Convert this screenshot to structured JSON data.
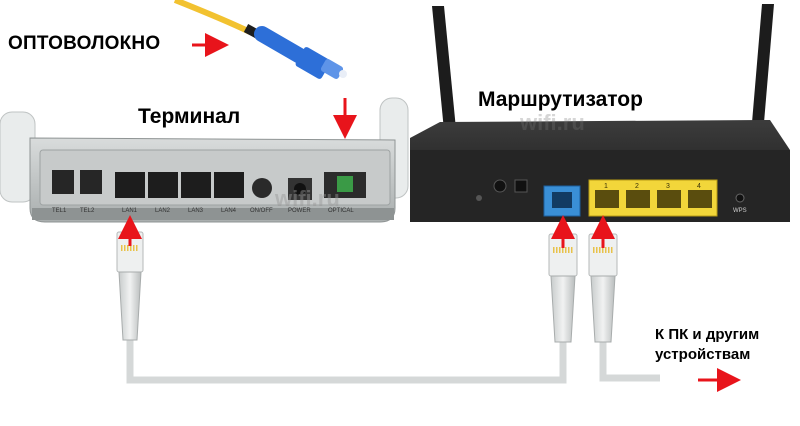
{
  "labels": {
    "fiber": "ОПТОВОЛОКНО",
    "terminal": "Терминал",
    "router": "Маршрутизатор",
    "to_pc_line1": "К ПК и другим",
    "to_pc_line2": "устройствам"
  },
  "terminal_ports": {
    "tel1": "TEL1",
    "tel2": "TEL2",
    "lan1": "LAN1",
    "lan2": "LAN2",
    "lan3": "LAN3",
    "lan4": "LAN4",
    "onoff": "ON/OFF",
    "power": "POWER",
    "optical": "OPTICAL"
  },
  "router_ports": {
    "wps": "WPS",
    "lan_numbers": [
      "1",
      "2",
      "3",
      "4"
    ]
  },
  "watermarks": {
    "terminal": "wifi.ru",
    "router": "wifi.ru"
  },
  "colors": {
    "arrow": "#e8141b",
    "wan_port": "#3a8fd6",
    "lan_ports": "#f2d63a",
    "fiber_connector": "#2d6fd8",
    "fiber_cable": "#f2c230",
    "cable": "#d5d8d8"
  }
}
